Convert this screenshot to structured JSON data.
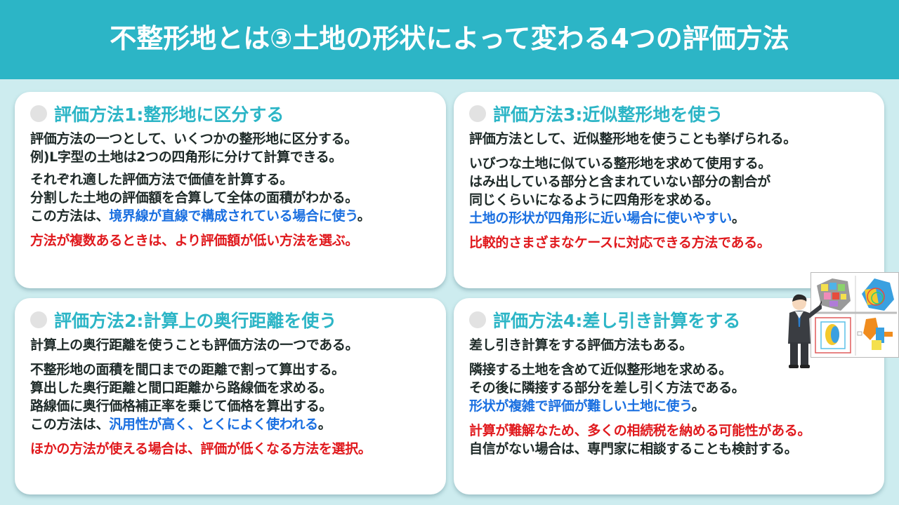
{
  "header": {
    "title": "不整形地とは③土地の形状によって変わる4つの評価方法"
  },
  "colors": {
    "accent": "#2cb5c6",
    "background": "#cdecef",
    "blue": "#1a6fe0",
    "red": "#e0191d",
    "text": "#1e2a28"
  },
  "cards": [
    {
      "title": "評価方法1:整形地に区分する",
      "lines": [
        "評価方法の一つとして、いくつかの整形地に区分する。",
        "例)L字型の土地は2つの四角形に分けて計算できる。",
        "それぞれ適した評価方法で価値を計算する。",
        "分割した土地の評価額を合算して全体の面積がわかる。",
        "この方法は、",
        "境界線が直線で構成されている場合に使う",
        "。",
        "方法が複数あるときは、より評価額が低い方法を選ぶ。"
      ]
    },
    {
      "title": "評価方法2:計算上の奥行距離を使う",
      "lines": [
        "計算上の奥行距離を使うことも評価方法の一つである。",
        "不整形地の面積を間口までの距離で割って算出する。",
        "算出した奥行距離と間口距離から路線価を求める。",
        "路線価に奥行価格補正率を乗じて価格を算出する。",
        "この方法は、",
        "汎用性が高く、とくによく使われる",
        "。",
        "ほかの方法が使える場合は、評価が低くなる方法を選択。"
      ]
    },
    {
      "title": "評価方法3:近似整形地を使う",
      "lines": [
        "評価方法として、近似整形地を使うことも挙げられる。",
        "いびつな土地に似ている整形地を求めて使用する。",
        "はみ出している部分と含まれていない部分の割合が",
        "同じくらいになるように四角形を求める。",
        "土地の形状が四角形に近い場合に使いやすい",
        "。",
        "比較的さまざまなケースに対応できる方法である。"
      ]
    },
    {
      "title": "評価方法4:差し引き計算をする",
      "lines": [
        "差し引き計算をする評価方法もある。",
        "隣接する土地を含めて近似整形地を求める。",
        "その後に隣接する部分を差し引く方法である。",
        "形状が複雑で評価が難しい土地に使う",
        "。",
        "計算が難解なため、多くの相続税を納める可能性がある。",
        "自信がない場合は、専門家に相談することも検討する。"
      ]
    }
  ],
  "illustration": {
    "icon": "presenter-with-land-maps-icon"
  }
}
